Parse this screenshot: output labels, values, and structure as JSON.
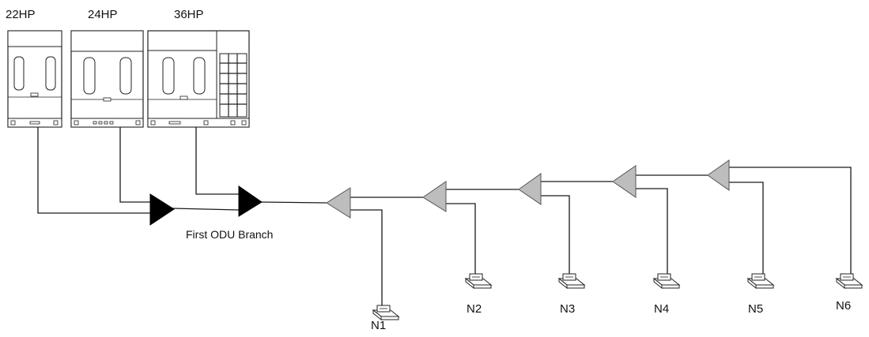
{
  "outdoor_units": [
    {
      "label": "22HP"
    },
    {
      "label": "24HP"
    },
    {
      "label": "36HP"
    }
  ],
  "branch_label": "First ODU Branch",
  "indoor_units": [
    {
      "label": "N1"
    },
    {
      "label": "N2"
    },
    {
      "label": "N3"
    },
    {
      "label": "N4"
    },
    {
      "label": "N5"
    },
    {
      "label": "N6"
    }
  ],
  "colors": {
    "line": "#1a1a1a",
    "odu_branch_fill": "#000000",
    "idu_branch_fill": "#bdbdbd"
  }
}
